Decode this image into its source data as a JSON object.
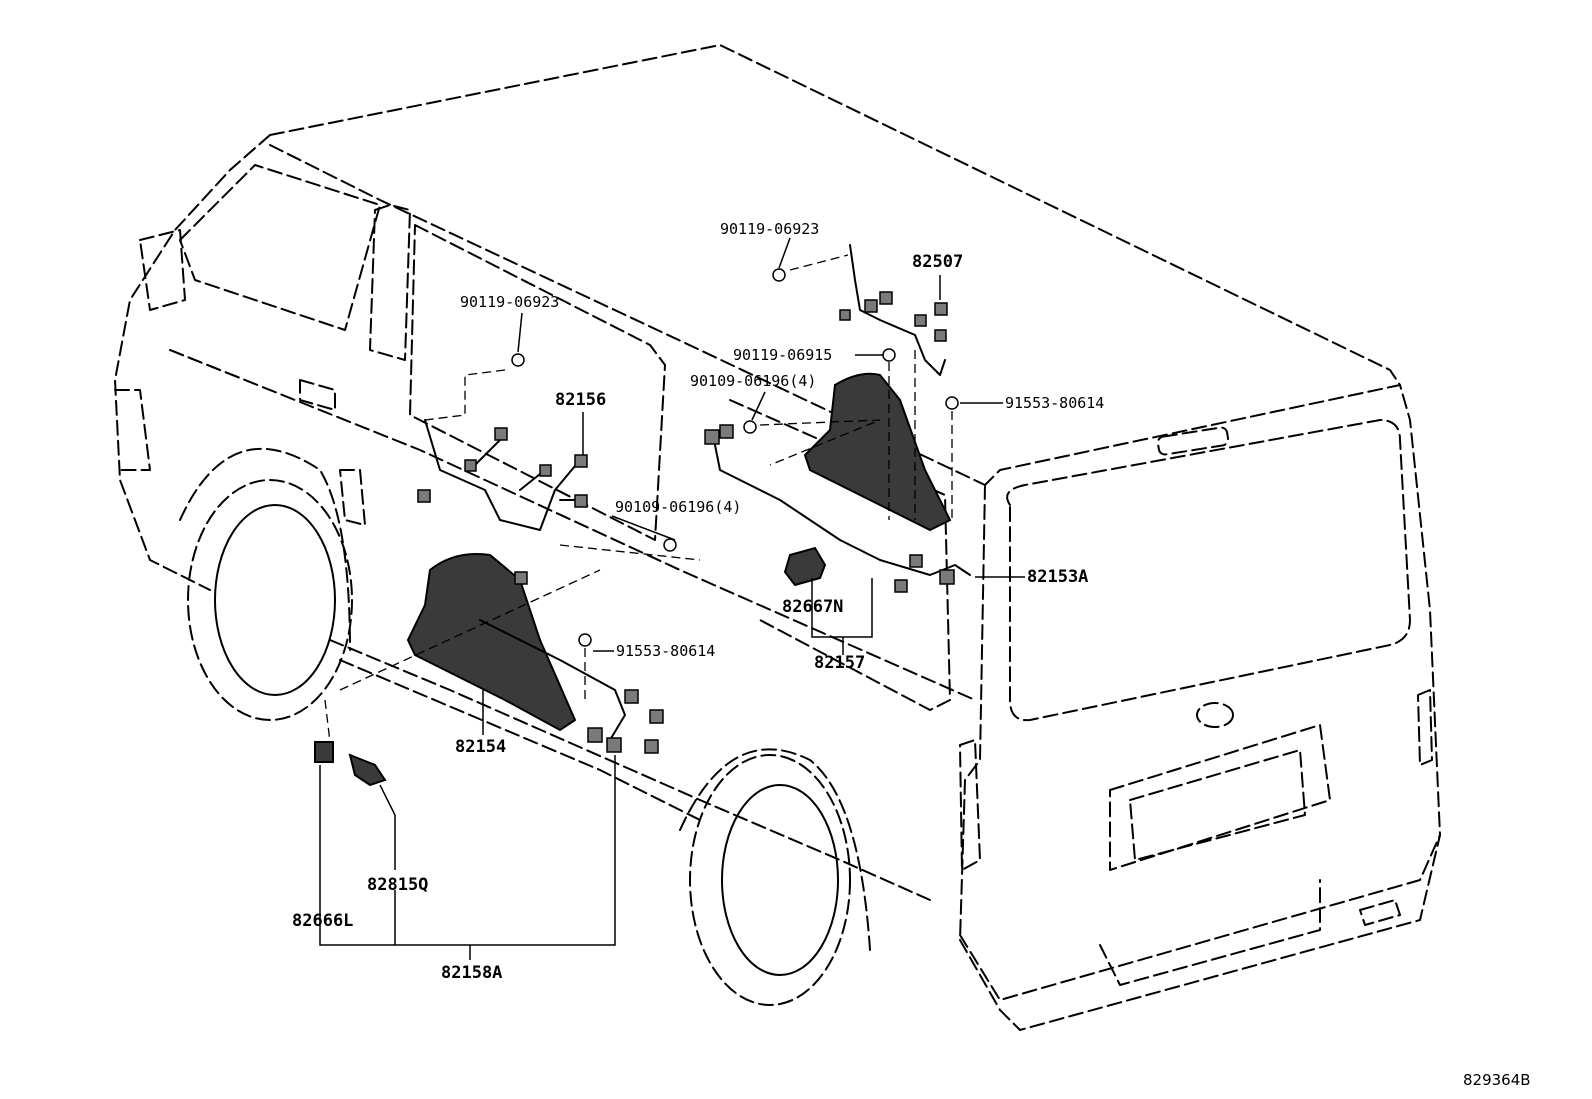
{
  "diagram_code": "829364B",
  "labels": {
    "bolt_top_right": "90119-06923",
    "part_82507": "82507",
    "bolt_90119_06915": "90119-06915",
    "bolt_90109_right": "90109-06196(4)",
    "clip_right": "91553-80614",
    "bolt_left": "90119-06923",
    "part_82156": "82156",
    "bolt_90109_left": "90109-06196(4)",
    "part_82153A": "82153A",
    "part_82667N": "82667N",
    "part_82157": "82157",
    "clip_left": "91553-80614",
    "part_82154": "82154",
    "part_82815Q": "82815Q",
    "part_82666L": "82666L",
    "part_82158A": "82158A"
  }
}
